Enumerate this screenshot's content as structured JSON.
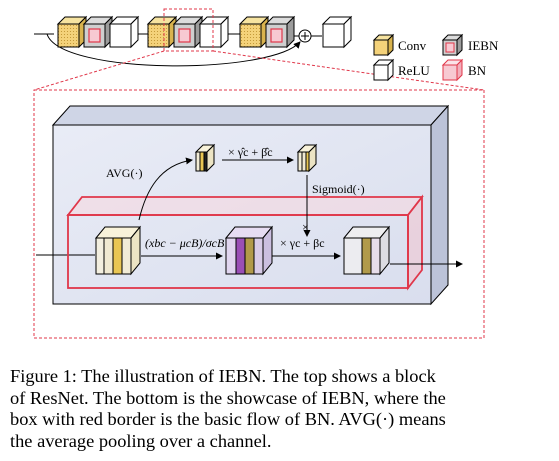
{
  "legend": {
    "conv": "Conv",
    "iebn": "IEBN",
    "relu": "ReLU",
    "bn": "BN"
  },
  "labels": {
    "avg": "AVG(·)",
    "scale_shift_hat": "× γ̂c + β̂c",
    "sigmoid": "Sigmoid(·)",
    "multiply": "×",
    "normalize": "(xbc − μcB)/σcB",
    "affine": "× γc + βc"
  },
  "caption": {
    "line1": "Figure 1: The illustration of IEBN. The top shows a block",
    "line2": "of ResNet. The bottom is the showcase of IEBN, where the",
    "line3": "box with red border is the basic flow of BN. AVG(·) means",
    "line4": "the average pooling over a channel."
  },
  "colors": {
    "conv": "#f4d87a",
    "relu": "#ffffff",
    "bn": "#f7c9d2",
    "iebn_border": "#e0374a",
    "panel": "#e4e8f4",
    "dashed": "#e0374a"
  }
}
